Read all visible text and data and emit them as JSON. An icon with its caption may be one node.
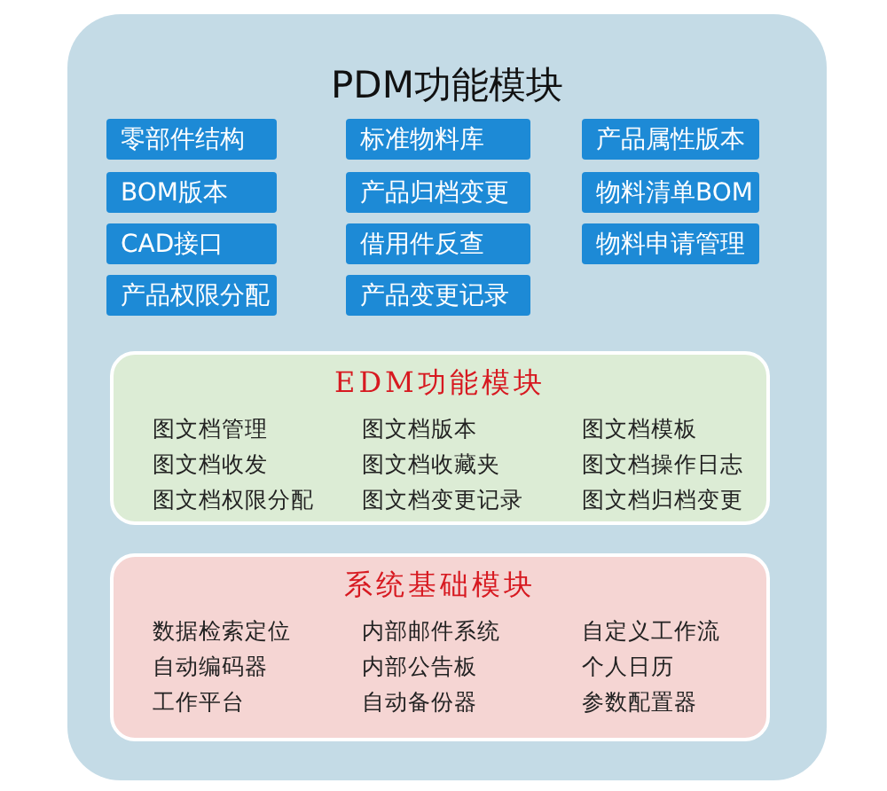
{
  "diagram": {
    "nodes": [
      {
        "text": [
          "PDM功能模块"
        ]
      },
      {
        "text": [
          "零部件结构"
        ],
        "in": 0
      },
      {
        "text": [
          "标准物料库"
        ],
        "in": 0
      },
      {
        "text": [
          "产品属性版本"
        ],
        "in": 0
      },
      {
        "text": [
          "BOM版本"
        ],
        "in": 0
      },
      {
        "text": [
          "产品归档变更"
        ],
        "in": 0
      },
      {
        "text": [
          "物料清单BOM"
        ],
        "in": 0
      },
      {
        "text": [
          "CAD接口"
        ],
        "in": 0
      },
      {
        "text": [
          "借用件反查"
        ],
        "in": 0
      },
      {
        "text": [
          "物料申请管理"
        ],
        "in": 0
      },
      {
        "text": [
          "产品权限分配"
        ],
        "in": 0
      },
      {
        "text": [
          "产品变更记录"
        ],
        "in": 0
      },
      {
        "text": [
          "EDM功能模块",
          "图文档管理",
          "图文档版本",
          "图文档模板",
          "图文档收发",
          "图文档收藏夹",
          "图文档操作日志",
          "图文档权限分配",
          "图文档变更记录",
          "图文档归档变更"
        ],
        "in": 0
      },
      {
        "text": [
          "系统基础模块",
          "数据检索定位",
          "内部邮件系统",
          "自定义工作流",
          "自动编码器",
          "内部公告板",
          "个人日历",
          "工作平台",
          "自动备份器",
          "参数配置器"
        ],
        "in": 0
      }
    ],
    "edges": []
  }
}
